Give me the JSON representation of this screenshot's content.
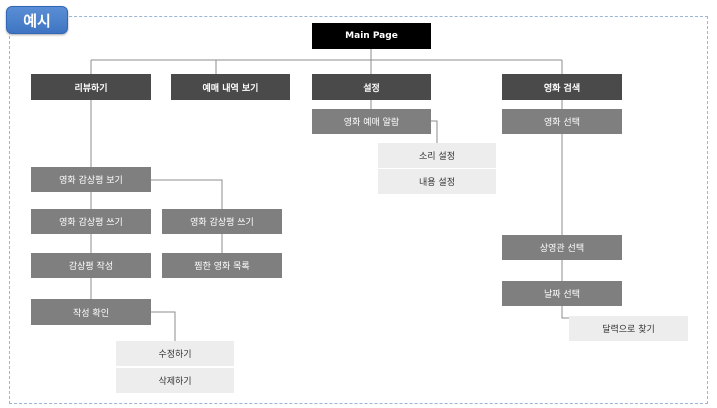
{
  "tag": "예시",
  "root": "Main Page",
  "top": [
    "리뷰하기",
    "예매 내역 보기",
    "설정",
    "영화 검색"
  ],
  "review": {
    "view": "영화 감상평 보기",
    "write_left": "영화 감상평 쓰기",
    "write_right": "영화 감상평 쓰기",
    "compose": "감상평 작성",
    "favorites": "찜한 영화 목록",
    "confirm": "작성 확인",
    "edit": "수정하기",
    "delete": "삭제하기"
  },
  "settings": {
    "alarm": "영화 예매 알람",
    "sound": "소리 설정",
    "content": "내용 설정"
  },
  "search": {
    "select_movie": "영화 선택",
    "select_theater": "상영관 선택",
    "select_date": "날짜 선택",
    "calendar": "달력으로 찾기"
  }
}
